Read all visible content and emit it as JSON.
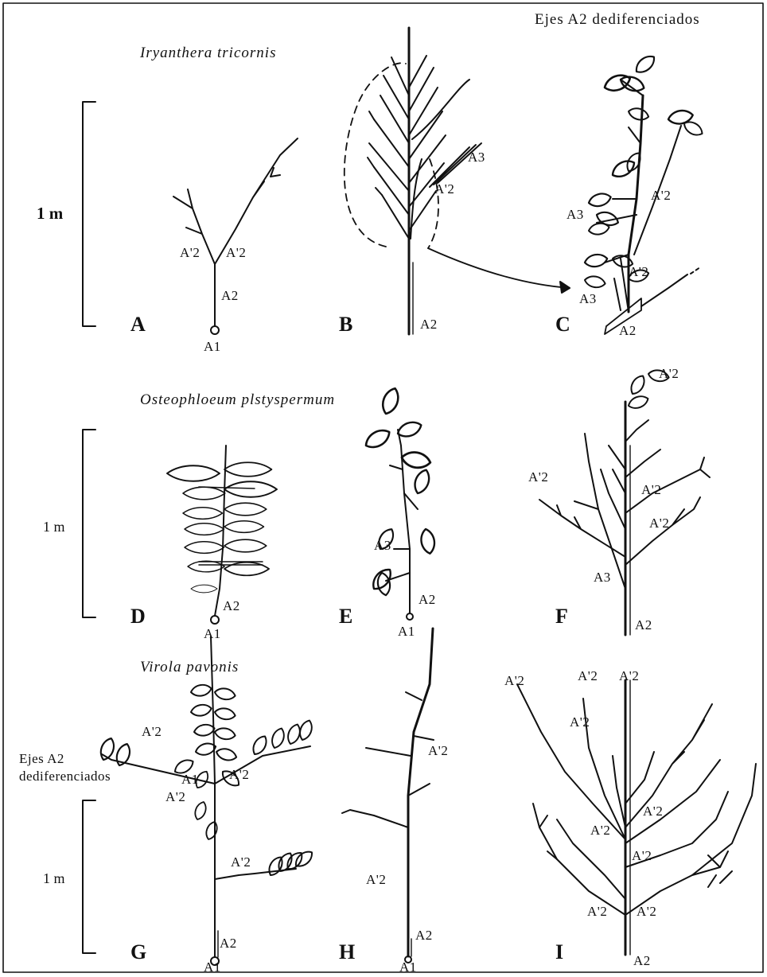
{
  "titles": {
    "iryanthera": "Iryanthera tricornis",
    "osteophloeum": "Osteophloeum plstyspermum",
    "virola": "Virola pavonis"
  },
  "header_c": "Ejes A2 dediferenciados",
  "g_note": [
    "Ejes A2",
    "dediferenciados"
  ],
  "scale_label": "1 m",
  "panels": [
    "A",
    "B",
    "C",
    "D",
    "E",
    "F",
    "G",
    "H",
    "I"
  ],
  "labels": {
    "a_a2": "A2",
    "a_a1": "A1",
    "a_a2p_left": "A'2",
    "a_a2p_right": "A'2",
    "b_a3": "A3",
    "b_a2p": "A'2",
    "b_a2": "A2",
    "c_a2p_top": "A'2",
    "c_a3_top": "A3",
    "c_a2p_mid": "A'2",
    "c_a3_bottom": "A3",
    "c_a2": "A2",
    "d_a2": "A2",
    "d_a1": "A1",
    "e_a3": "A3",
    "e_a2": "A2",
    "e_a1": "A1",
    "f_a2p_top": "A'2",
    "f_a2p_left": "A'2",
    "f_a2p_r1": "A'2",
    "f_a2p_r2": "A'2",
    "f_a3": "A3",
    "f_a2": "A2",
    "g_a2p_upper": "A'2",
    "g_a1_mid": "A1",
    "g_a2p_right": "A'2",
    "g_a2p_left": "A'2",
    "g_a2p_low": "A'2",
    "g_a2": "A2",
    "g_a1": "A1",
    "h_a2p_top": "A'2",
    "h_a2p_low": "A'2",
    "h_a2": "A2",
    "h_a1": "A1",
    "i_t1": "A'2",
    "i_t2": "A'2",
    "i_t3": "A'2",
    "i_m1": "A'2",
    "i_m2": "A'2",
    "i_m3": "A'2",
    "i_m4": "A'2",
    "i_b1": "A'2",
    "i_b2": "A'2",
    "i_a2": "A2"
  }
}
